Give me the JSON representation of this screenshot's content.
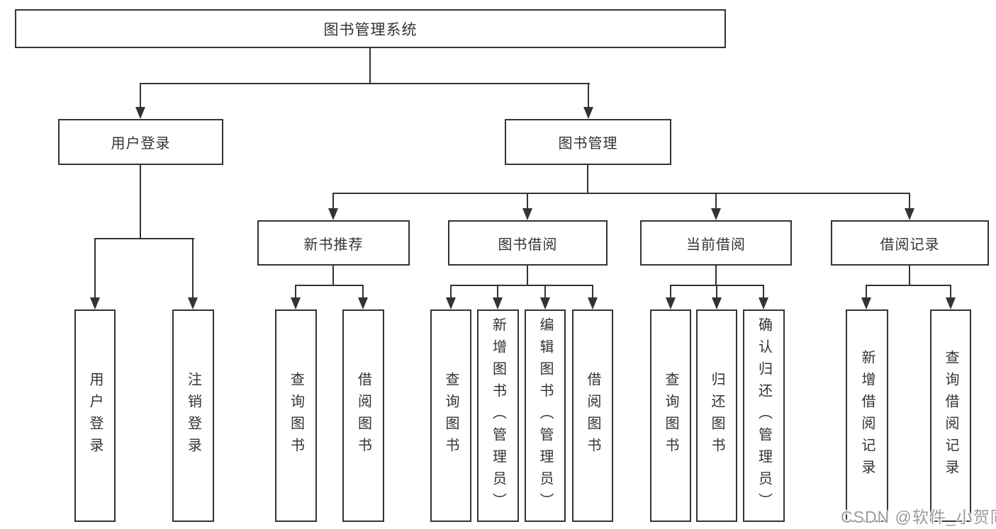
{
  "tree": {
    "root": {
      "label": "图书管理系统"
    },
    "children": [
      {
        "label": "用户登录",
        "children": [
          {
            "label": "用户登录"
          },
          {
            "label": "注销登录"
          }
        ]
      },
      {
        "label": "图书管理",
        "children": [
          {
            "label": "新书推荐",
            "children": [
              {
                "label": "查询图书"
              },
              {
                "label": "借阅图书"
              }
            ]
          },
          {
            "label": "图书借阅",
            "children": [
              {
                "label": "查询图书"
              },
              {
                "label": "新增图书（管理员）"
              },
              {
                "label": "编辑图书（管理员）"
              },
              {
                "label": "借阅图书"
              }
            ]
          },
          {
            "label": "当前借阅",
            "children": [
              {
                "label": "查询图书"
              },
              {
                "label": "归还图书"
              },
              {
                "label": "确认归还（管理员）"
              }
            ]
          },
          {
            "label": "借阅记录",
            "children": [
              {
                "label": "新增借阅记录"
              },
              {
                "label": "查询借阅记录"
              }
            ]
          }
        ]
      }
    ]
  },
  "watermark": {
    "text": "CSDN @软件_小贺同学",
    "color": "#9b9b9b"
  },
  "colors": {
    "line": "#333333",
    "box_border": "#333333",
    "text": "#333333",
    "background": "#ffffff"
  }
}
